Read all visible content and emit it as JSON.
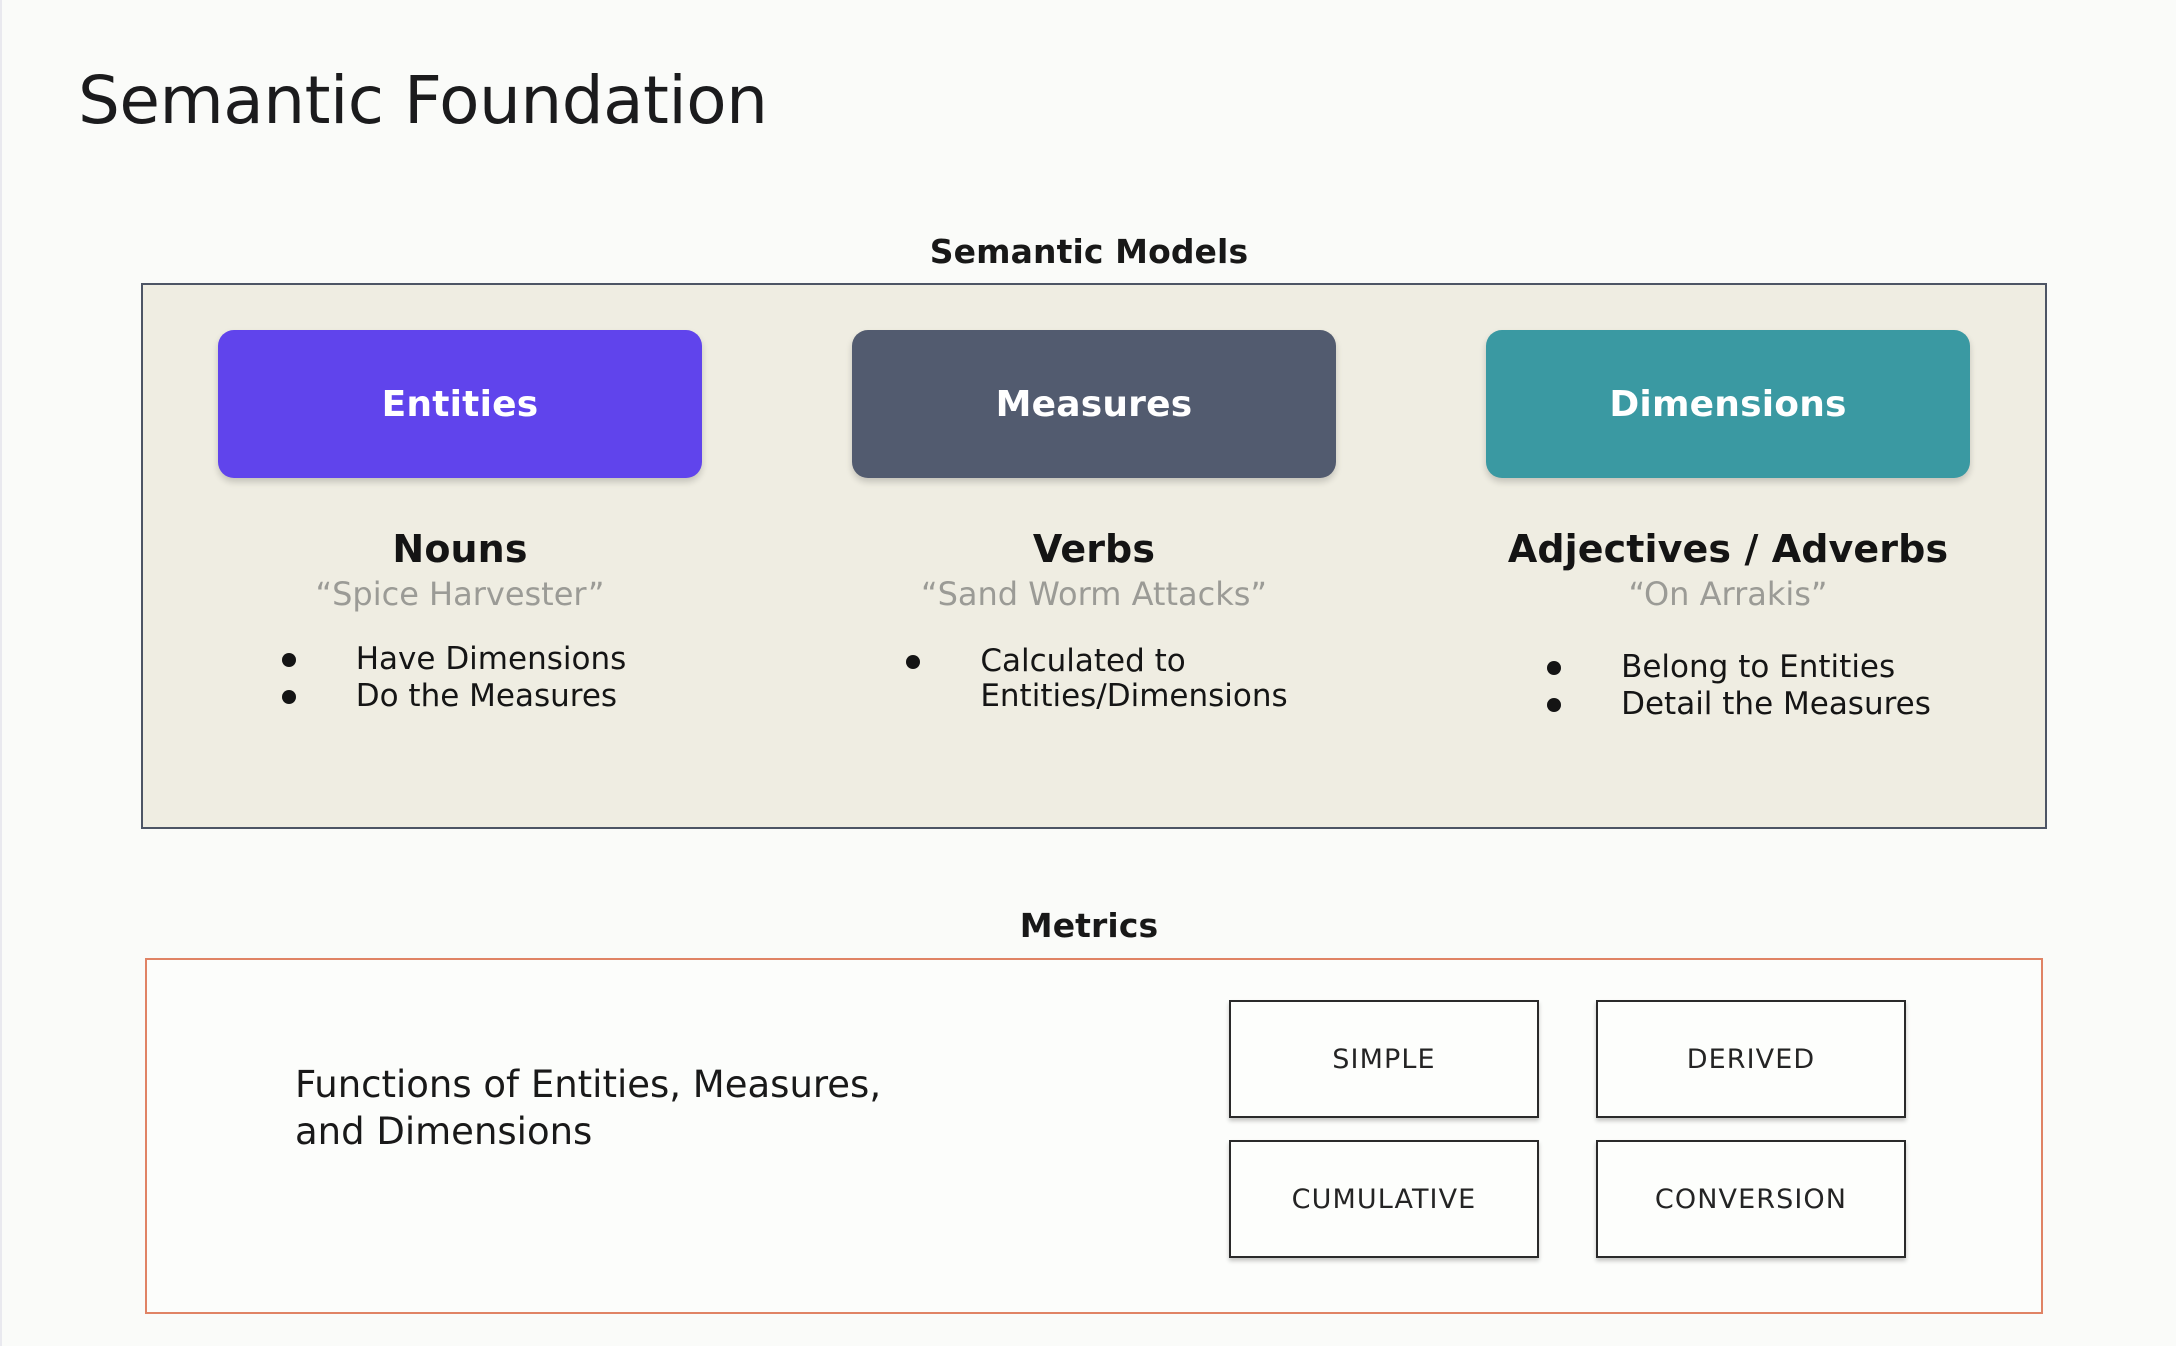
{
  "title": "Semantic Foundation",
  "semantic_models": {
    "label": "Semantic Models",
    "panel_bg": "#efede2",
    "panel_border": "#4d5565",
    "columns": [
      {
        "pill_label": "Entities",
        "pill_color": "#6044ec",
        "part_of_speech": "Nouns",
        "example": "“Spice Harvester”",
        "bullets": [
          "Have Dimensions",
          "Do the Measures"
        ]
      },
      {
        "pill_label": "Measures",
        "pill_color": "#525b6f",
        "part_of_speech": "Verbs",
        "example": "“Sand Worm Attacks”",
        "bullets": [
          "Calculated to\nEntities/Dimensions"
        ]
      },
      {
        "pill_label": "Dimensions",
        "pill_color": "#3a99a2",
        "part_of_speech": "Adjectives / Adverbs",
        "example": "“On Arrakis”",
        "bullets": [
          "Belong to Entities",
          "Detail the Measures"
        ]
      }
    ]
  },
  "metrics": {
    "label": "Metrics",
    "panel_border": "#e08365",
    "description": "Functions of Entities, Measures,\nand Dimensions",
    "types": [
      "SIMPLE",
      "DERIVED",
      "CUMULATIVE",
      "CONVERSION"
    ]
  }
}
